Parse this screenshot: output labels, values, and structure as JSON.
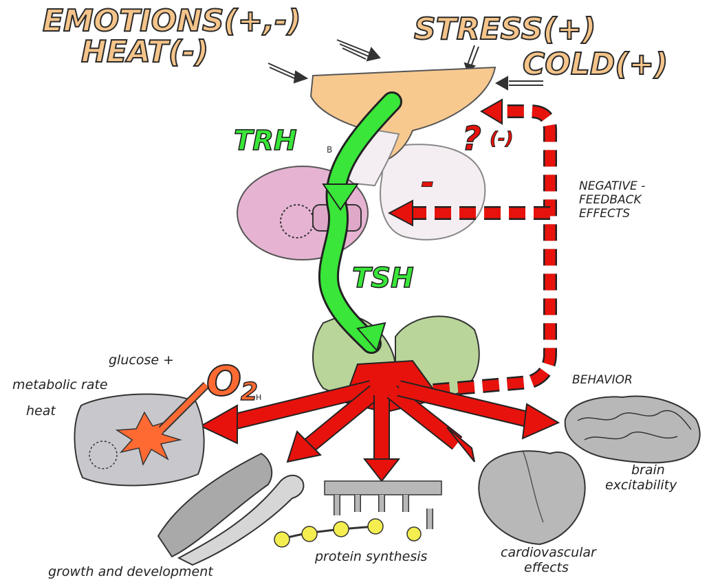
{
  "stimuli": {
    "emotions": "EMOTIONS(+,-)",
    "heat": "HEAT(-)",
    "stress": "STRESS(+)",
    "cold": "COLD(+)"
  },
  "hormones": {
    "trh": "TRH",
    "trh_sub": "B",
    "tsh": "TSH"
  },
  "feedback": {
    "question": "?",
    "question_sign": "(-)",
    "pituitary_sign": "-",
    "label_line1": "NEGATIVE -",
    "label_line2": "FEEDBACK",
    "label_line3": "EFFECTS"
  },
  "effects": {
    "glucose": "glucose +",
    "o2": "O",
    "o2_sub": "2",
    "o2_sub2": "H",
    "metabolic_rate": "metabolic rate",
    "heat": "heat",
    "behavior": "BEHAVIOR",
    "brain_line1": "brain",
    "brain_line2": "excitability",
    "growth": "growth and development",
    "protein": "protein synthesis",
    "cardio_line1": "cardiovascular",
    "cardio_line2": "effects"
  },
  "colors": {
    "stimulus_fill": "#f5c48a",
    "hypothalamus": "#f7c98f",
    "pituitary": "#e6b4d2",
    "thyroid": "#b9d59a",
    "green_arrow": "#39e639",
    "red_arrow": "#e8120c",
    "organ_grey": "#b8b8b8"
  }
}
